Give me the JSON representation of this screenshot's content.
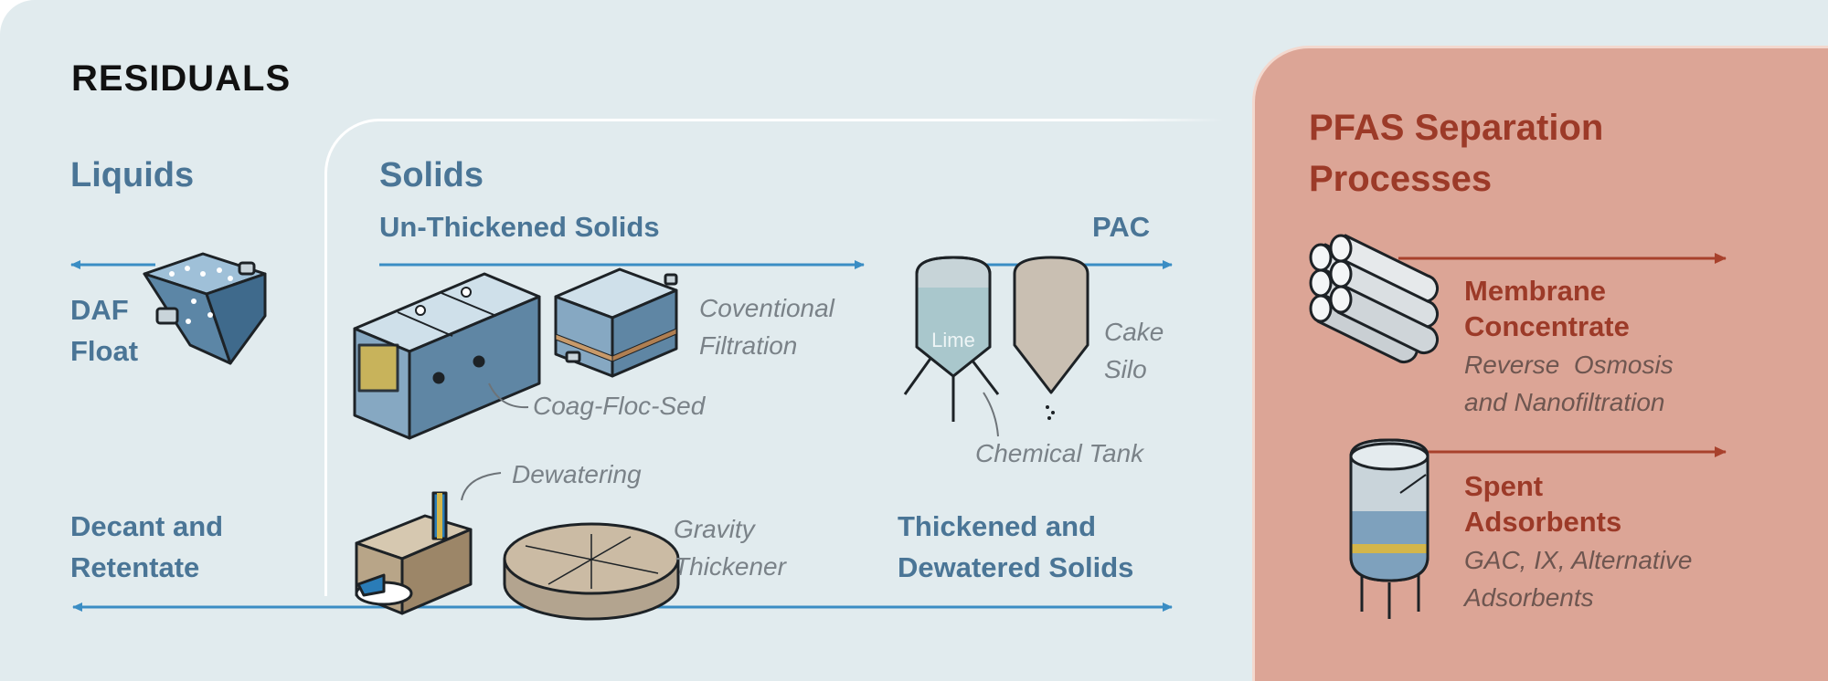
{
  "residuals": {
    "title": "RESIDUALS",
    "liquids": {
      "heading": "Liquids",
      "daf_label": "DAF\nFloat",
      "decant_label": "Decant and\nRetentate"
    },
    "solids": {
      "heading": "Solids",
      "unthickened": "Un-Thickened Solids",
      "pac": "PAC",
      "conventional_filtration": "Coventional\nFiltration",
      "coag_floc_sed": "Coag-Floc-Sed",
      "lime": "Lime",
      "cake_silo": "Cake\nSilo",
      "chemical_tank": "Chemical Tank",
      "dewatering": "Dewatering",
      "gravity_thickener": "Gravity\nThickener",
      "thickened": "Thickened and\nDewatered Solids"
    }
  },
  "pfas": {
    "title": "PFAS Separation\nProcesses",
    "membrane": {
      "label": "Membrane\nConcentrate",
      "detail": "Reverse  Osmosis\nand Nanofiltration"
    },
    "adsorbents": {
      "label": "Spent\nAdsorbents",
      "detail": "GAC, IX, Alternative\nAdsorbents"
    }
  },
  "colors": {
    "residuals_bg": "#e1ebee",
    "pfas_bg": "#dca596",
    "blue_text": "#4a7596",
    "red_text": "#9c3a28",
    "arrow_blue": "#3a8dc4",
    "arrow_red": "#a8412c"
  }
}
